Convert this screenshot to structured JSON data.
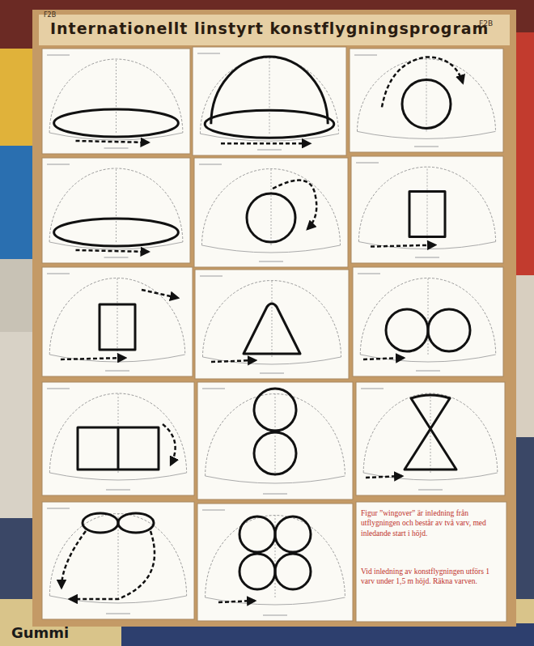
{
  "diagram": {
    "title": "Internationellt linstyrt konstflygningsprogram",
    "labels": [
      "F2B",
      "F2B",
      "Figur ”wingover” är inledning från utflygningen och består av två varv, med inledande start i höjd.",
      "Vid inledning av konstflygningen utförs 1 varv under 1,5 m höjd. Räkna varven.",
      "Gummi"
    ]
  }
}
